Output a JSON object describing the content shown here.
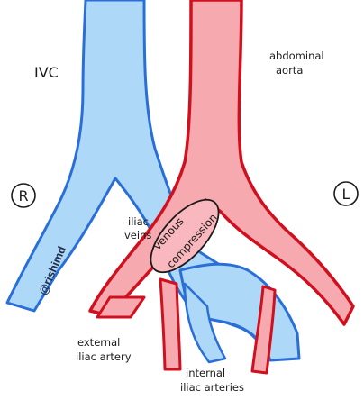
{
  "labels": {
    "ivc": "IVC",
    "abdominal_aorta_line1": "abdominal",
    "abdominal_aorta_line2": "aorta",
    "right_marker": "R",
    "left_marker": "L",
    "iliac_veins_line1": "iliac",
    "iliac_veins_line2": "veins",
    "compression_line1": "venous",
    "compression_line2": "compression",
    "handle": "@rishimd",
    "external_iliac_artery_line1": "external",
    "external_iliac_artery_line2": "iliac artery",
    "internal_iliac_arteries_line1": "internal",
    "internal_iliac_arteries_line2": "iliac arteries"
  },
  "colors": {
    "vein_fill": "#aed8f7",
    "vein_stroke": "#2a6fd8",
    "artery_fill": "#f7a9b0",
    "artery_stroke": "#d0101e",
    "ink": "#1a1a1a"
  }
}
